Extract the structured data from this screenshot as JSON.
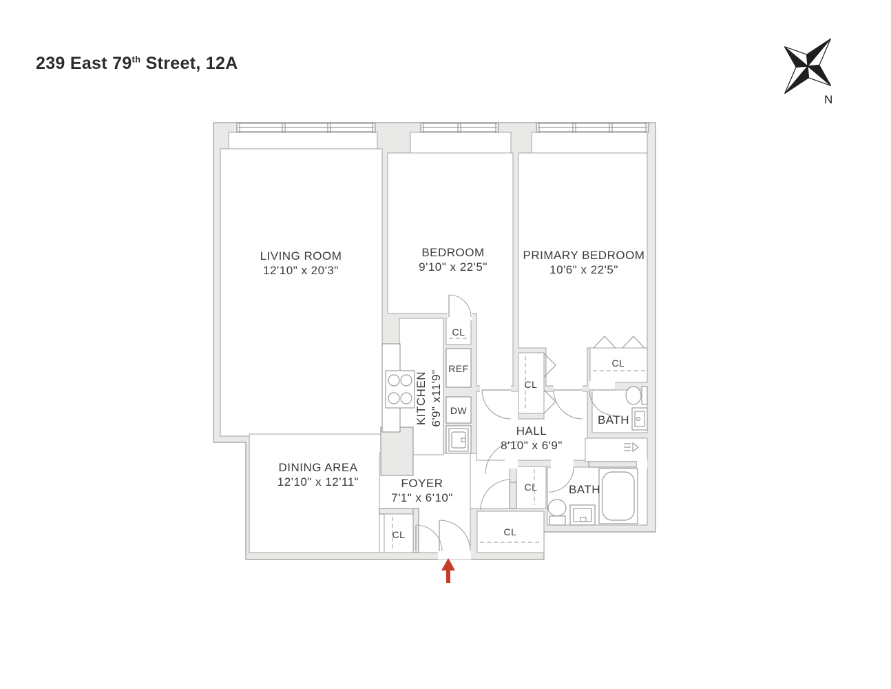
{
  "title": {
    "address_main": "239 East 79",
    "address_sup": "th",
    "address_rest": " Street, 12A"
  },
  "compass": {
    "north_label": "N"
  },
  "rooms": {
    "living": {
      "name": "LIVING ROOM",
      "dims": "12'10\" x 20'3\""
    },
    "bedroom": {
      "name": "BEDROOM",
      "dims": "9'10\" x 22'5\""
    },
    "primary": {
      "name": "PRIMARY BEDROOM",
      "dims": "10'6\" x 22'5\""
    },
    "kitchen": {
      "name": "KITCHEN",
      "dims": "6'9\" x11'9\""
    },
    "dining": {
      "name": "DINING AREA",
      "dims": "12'10\" x 12'11\""
    },
    "foyer": {
      "name": "FOYER",
      "dims": "7'1\" x 6'10\""
    },
    "hall": {
      "name": "HALL",
      "dims": "8'10\" x 6'9\""
    },
    "bath_upper": {
      "name": "BATH"
    },
    "bath_lower": {
      "name": "BATH"
    }
  },
  "labels": {
    "closet": "CL",
    "refrigerator": "REF",
    "dishwasher": "DW"
  },
  "colors": {
    "wall_fill": "#e9e9e7",
    "wall_line": "#9b9b99",
    "text": "#3a3a3a",
    "entry_arrow": "#c43b27"
  }
}
